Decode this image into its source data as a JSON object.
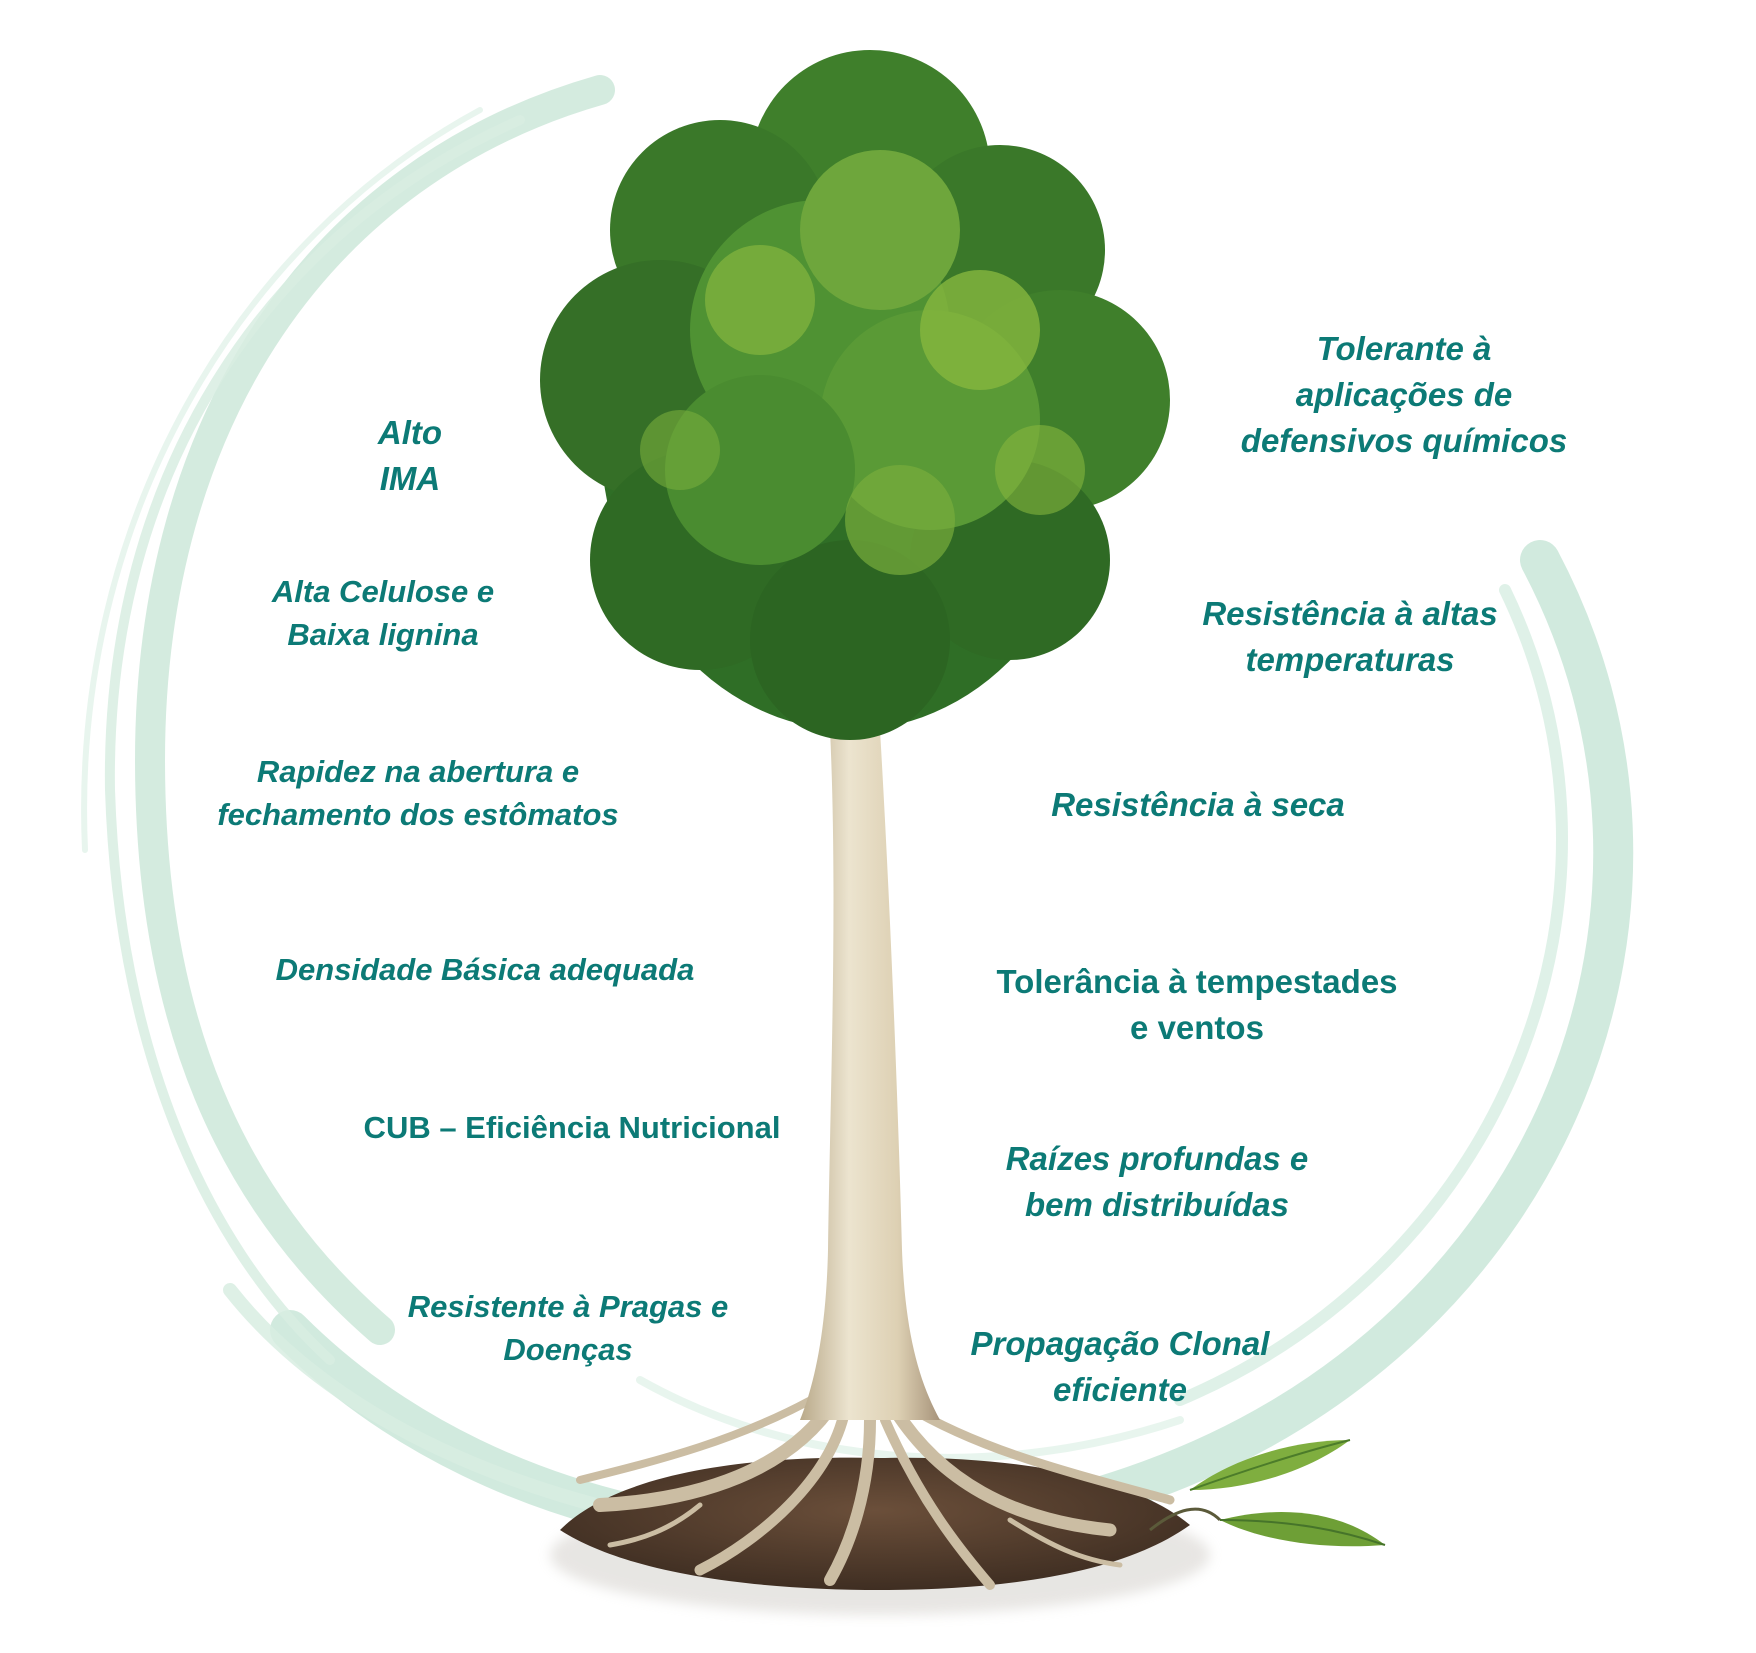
{
  "colors": {
    "text": "#0c7a76",
    "swirl": "#cfe9dc",
    "foliage_dark": "#2f6e26",
    "foliage_mid": "#4f9233",
    "foliage_light": "#86b63e",
    "trunk": "#e6dcc2",
    "soil": "#5a4332"
  },
  "traits_left": [
    {
      "text": "Alto\nIMA",
      "italic": true
    },
    {
      "text": "Alta Celulose e\nBaixa lignina",
      "italic": true
    },
    {
      "text": "Rapidez na abertura e\nfechamento dos estômatos",
      "italic": true
    },
    {
      "text": "Densidade Básica adequada",
      "italic": true
    },
    {
      "text": "CUB – Eficiência Nutricional",
      "italic": false
    },
    {
      "text": "Resistente à Pragas e\nDoenças",
      "italic": true
    }
  ],
  "traits_right": [
    {
      "text": "Tolerante à\naplicações de\ndefensivos químicos",
      "italic": true
    },
    {
      "text": "Resistência à altas\ntemperaturas",
      "italic": true
    },
    {
      "text": "Resistência à seca",
      "italic": true
    },
    {
      "text": "Tolerância à tempestades\ne ventos",
      "italic": false
    },
    {
      "text": "Raízes profundas e\nbem distribuídas",
      "italic": true
    },
    {
      "text": "Propagação Clonal\neficiente",
      "italic": true
    }
  ]
}
